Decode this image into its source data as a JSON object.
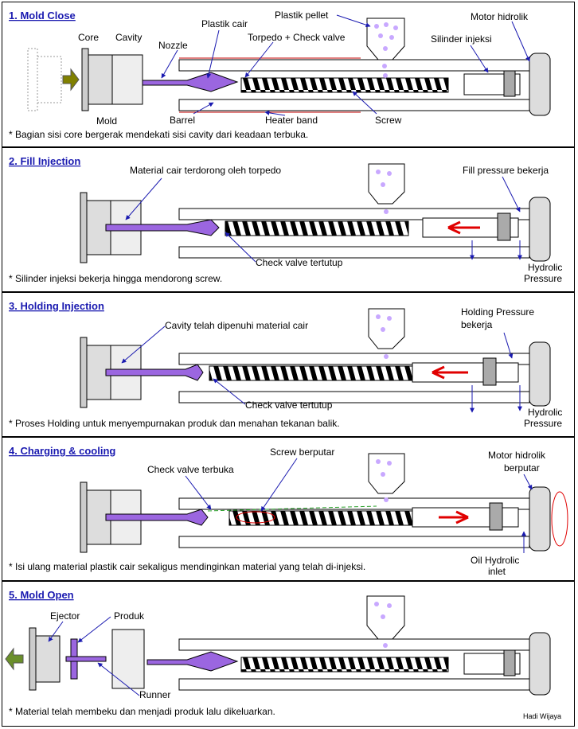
{
  "colors": {
    "material": "#9b66e0",
    "pellet": "#c8a8ff",
    "arrow": "#e00000",
    "leader": "#1a1ab0",
    "barrel_line": "#c00000",
    "title": "#1a1ab0",
    "ejector": "#808000",
    "ejector_out": "#6a8f2a",
    "rotation": "#e00000",
    "flow": "#2aa02a"
  },
  "credit": "Hadi Wijaya",
  "panels": [
    {
      "title": "1.  Mold Close",
      "note": "* Bagian sisi core bergerak mendekati sisi cavity dari keadaan terbuka.",
      "labels": {
        "core": "Core",
        "cavity": "Cavity",
        "mold": "Mold",
        "nozzle": "Nozzle",
        "plastik_cair": "Plastik cair",
        "torpedo": "Torpedo + Check valve",
        "pellet": "Plastik pellet",
        "motor": "Motor hidrolik",
        "silinder": "Silinder injeksi",
        "barrel": "Barrel",
        "heater": "Heater band",
        "screw": "Screw"
      }
    },
    {
      "title": "2.  Fill Injection",
      "note": "* Silinder injeksi bekerja hingga mendorong screw.",
      "labels": {
        "material": "Material cair terdorong oleh torpedo",
        "fill_pressure": "Fill pressure bekerja",
        "check_valve": "Check valve tertutup",
        "hydrolic_1": "Hydrolic",
        "hydrolic_2": "Pressure"
      }
    },
    {
      "title": "3.  Holding Injection",
      "note": "* Proses Holding untuk menyempurnakan produk dan menahan tekanan balik.",
      "labels": {
        "cavity_full": "Cavity telah dipenuhi material cair",
        "holding_1": "Holding Pressure",
        "holding_2": "bekerja",
        "check_valve": "Check valve tertutup",
        "hydrolic_1": "Hydrolic",
        "hydrolic_2": "Pressure"
      }
    },
    {
      "title": "4.  Charging & cooling",
      "note": "* Isi ulang material plastik cair sekaligus mendinginkan material yang telah di-injeksi.",
      "labels": {
        "check_open": "Check valve terbuka",
        "screw_rotate": "Screw berputar",
        "motor_1": "Motor hidrolik",
        "motor_2": "berputar",
        "oil_1": "Oil Hydrolic",
        "oil_2": "inlet"
      }
    },
    {
      "title": "5.  Mold Open",
      "note": "* Material telah membeku dan menjadi produk lalu dikeluarkan.",
      "labels": {
        "ejector": "Ejector",
        "produk": "Produk",
        "runner": "Runner"
      }
    }
  ]
}
